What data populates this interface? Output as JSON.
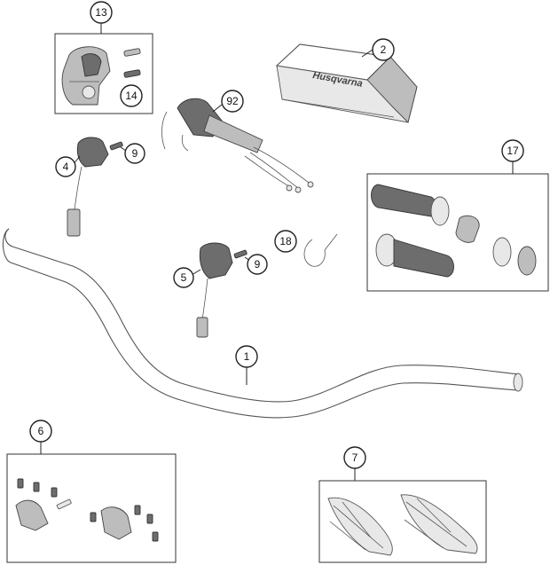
{
  "callouts": {
    "c1": "1",
    "c2": "2",
    "c4": "4",
    "c5": "5",
    "c6": "6",
    "c7": "7",
    "c9a": "9",
    "c9b": "9",
    "c13": "13",
    "c14": "14",
    "c17": "17",
    "c18": "18",
    "c92": "92"
  },
  "pad_logo": "Husqvarna"
}
